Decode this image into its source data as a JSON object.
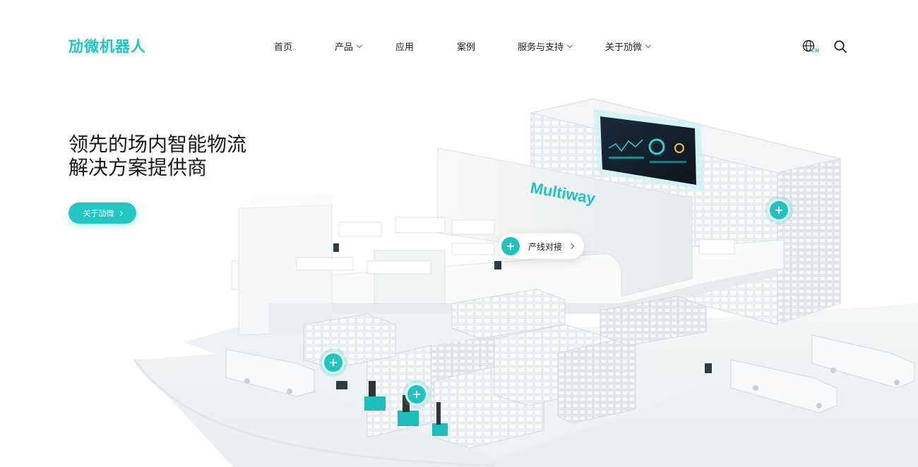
{
  "header": {
    "logo_text": "劢微机器人",
    "nav": [
      {
        "label": "首页",
        "has_dropdown": false
      },
      {
        "label": "产品",
        "has_dropdown": true
      },
      {
        "label": "应用",
        "has_dropdown": false
      },
      {
        "label": "案例",
        "has_dropdown": false
      },
      {
        "label": "服务与支持",
        "has_dropdown": true
      },
      {
        "label": "关于劢微",
        "has_dropdown": true
      }
    ],
    "language_badge": "CN",
    "icons": {
      "language": "globe-icon",
      "search": "search-icon"
    }
  },
  "hero": {
    "title_line1": "领先的场内智能物流",
    "title_line2": "解决方案提供商",
    "button_label": "关于劢微"
  },
  "scene": {
    "brand_sign": "Multiway",
    "callout_label": "产线对接",
    "hotspot_icon": "plus-icon"
  },
  "colors": {
    "accent": "#1fc3bf",
    "text": "#1a1a1a",
    "background": "#ffffff"
  }
}
